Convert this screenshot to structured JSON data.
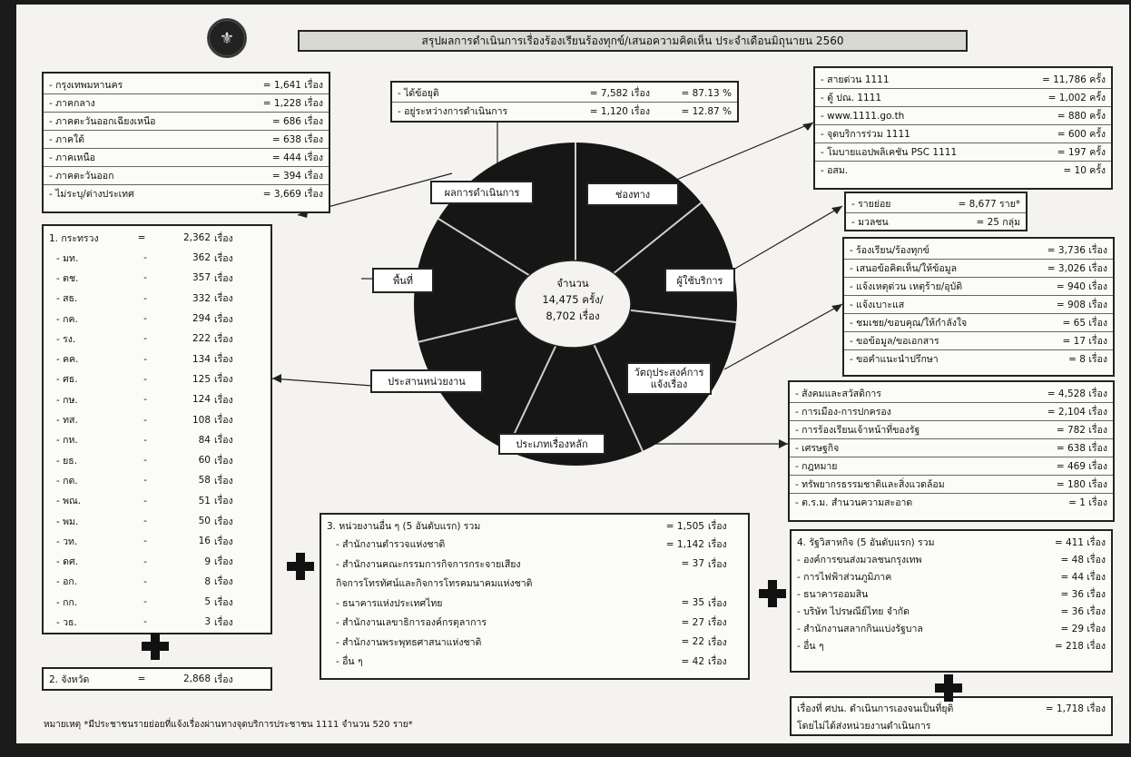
{
  "header": {
    "title": "สรุปผลการดำเนินการเรื่องร้องเรียนร้องทุกข์/เสนอความคิดเห็น ประจำเดือนมิถุนายน 2560"
  },
  "center": {
    "line1": "จำนวน",
    "line2": "14,475 ครั้ง/",
    "line3": "8,702 เรื่อง"
  },
  "segments": {
    "result": "ผลการดำเนินการ",
    "channel": "ช่องทาง",
    "service_user": "ผู้ใช้บริการ",
    "purpose": "วัตถุประสงค์การแจ้งเรื่อง",
    "category": "ประเภทเรื่องหลัก",
    "coordination": "ประสานหน่วยงาน",
    "area": "พื้นที่"
  },
  "region_box": {
    "rows": [
      {
        "label": "- กรุงเทพมหานคร",
        "value": "= 1,641 เรื่อง"
      },
      {
        "label": "- ภาคกลาง",
        "value": "= 1,228 เรื่อง"
      },
      {
        "label": "- ภาคตะวันออกเฉียงเหนือ",
        "value": "= 686 เรื่อง"
      },
      {
        "label": "- ภาคใต้",
        "value": "= 638 เรื่อง"
      },
      {
        "label": "- ภาคเหนือ",
        "value": "= 444 เรื่อง"
      },
      {
        "label": "- ภาคตะวันออก",
        "value": "= 394 เรื่อง"
      },
      {
        "label": "- ไม่ระบุ/ต่างประเทศ",
        "value": "= 3,669 เรื่อง"
      }
    ]
  },
  "result_box": {
    "rows": [
      {
        "label": "- ได้ข้อยุติ",
        "count": "= 7,582 เรื่อง",
        "pct": "= 87.13 %"
      },
      {
        "label": "- อยู่ระหว่างการดำเนินการ",
        "count": "= 1,120 เรื่อง",
        "pct": "= 12.87 %"
      }
    ]
  },
  "channel_box": {
    "rows": [
      {
        "label": "- สายด่วน 1111",
        "value": "= 11,786 ครั้ง"
      },
      {
        "label": "- ตู้ ปณ. 1111",
        "value": "= 1,002 ครั้ง"
      },
      {
        "label": "- www.1111.go.th",
        "value": "= 880 ครั้ง"
      },
      {
        "label": "- จุดบริการร่วม 1111",
        "value": "= 600 ครั้ง"
      },
      {
        "label": "- โมบายแอปพลิเคชัน PSC 1111",
        "value": "= 197 ครั้ง"
      },
      {
        "label": "- อสม.",
        "value": "= 10 ครั้ง"
      }
    ]
  },
  "user_box": {
    "rows": [
      {
        "label": "- รายย่อย",
        "value": "= 8,677 ราย*"
      },
      {
        "label": "- มวลชน",
        "value": "= 25 กลุ่ม"
      }
    ]
  },
  "purpose_box": {
    "rows": [
      {
        "label": "- ร้องเรียน/ร้องทุกข์",
        "value": "= 3,736 เรื่อง"
      },
      {
        "label": "- เสนอข้อคิดเห็น/ให้ข้อมูล",
        "value": "= 3,026 เรื่อง"
      },
      {
        "label": "- แจ้งเหตุด่วน เหตุร้าย/อุบัติ",
        "value": "= 940 เรื่อง"
      },
      {
        "label": "- แจ้งเบาะแส",
        "value": "= 908 เรื่อง"
      },
      {
        "label": "- ชมเชย/ขอบคุณ/ให้กำลังใจ",
        "value": "= 65 เรื่อง"
      },
      {
        "label": "- ขอข้อมูล/ขอเอกสาร",
        "value": "= 17 เรื่อง"
      },
      {
        "label": "- ขอคำแนะนำปรึกษา",
        "value": "= 8 เรื่อง"
      }
    ]
  },
  "category_box": {
    "rows": [
      {
        "label": "- สังคมและสวัสดิการ",
        "value": "= 4,528 เรื่อง"
      },
      {
        "label": "- การเมือง-การปกครอง",
        "value": "= 2,104 เรื่อง"
      },
      {
        "label": "- การร้องเรียนเจ้าหน้าที่ของรัฐ",
        "value": "= 782 เรื่อง"
      },
      {
        "label": "- เศรษฐกิจ",
        "value": "= 638 เรื่อง"
      },
      {
        "label": "- กฎหมาย",
        "value": "= 469 เรื่อง"
      },
      {
        "label": "- ทรัพยากรธรรมชาติและสิ่งแวดล้อม",
        "value": "= 180 เรื่อง"
      },
      {
        "label": "- ต.ร.ม. สำนวนความสะอาด",
        "value": "= 1 เรื่อง"
      }
    ]
  },
  "ministry_box": {
    "head": {
      "label": "1. กระทรวง",
      "eq": "=",
      "value": "2,362",
      "unit": "เรื่อง"
    },
    "rows": [
      {
        "label": "- มท.",
        "value": "362",
        "unit": "เรื่อง"
      },
      {
        "label": "- ตช.",
        "value": "357",
        "unit": "เรื่อง"
      },
      {
        "label": "- สธ.",
        "value": "332",
        "unit": "เรื่อง"
      },
      {
        "label": "- กค.",
        "value": "294",
        "unit": "เรื่อง"
      },
      {
        "label": "- รง.",
        "value": "222",
        "unit": "เรื่อง"
      },
      {
        "label": "- คค.",
        "value": "134",
        "unit": "เรื่อง"
      },
      {
        "label": "- ศธ.",
        "value": "125",
        "unit": "เรื่อง"
      },
      {
        "label": "- กษ.",
        "value": "124",
        "unit": "เรื่อง"
      },
      {
        "label": "- ทส.",
        "value": "108",
        "unit": "เรื่อง"
      },
      {
        "label": "- กห.",
        "value": "84",
        "unit": "เรื่อง"
      },
      {
        "label": "- ยธ.",
        "value": "60",
        "unit": "เรื่อง"
      },
      {
        "label": "- กต.",
        "value": "58",
        "unit": "เรื่อง"
      },
      {
        "label": "- พณ.",
        "value": "51",
        "unit": "เรื่อง"
      },
      {
        "label": "- พม.",
        "value": "50",
        "unit": "เรื่อง"
      },
      {
        "label": "- วท.",
        "value": "16",
        "unit": "เรื่อง"
      },
      {
        "label": "- ดศ.",
        "value": "9",
        "unit": "เรื่อง"
      },
      {
        "label": "- อก.",
        "value": "8",
        "unit": "เรื่อง"
      },
      {
        "label": "- กก.",
        "value": "5",
        "unit": "เรื่อง"
      },
      {
        "label": "- วธ.",
        "value": "3",
        "unit": "เรื่อง"
      }
    ]
  },
  "province_box": {
    "label": "2. จังหวัด",
    "eq": "=",
    "value": "2,868",
    "unit": "เรื่อง"
  },
  "agency_box": {
    "head": {
      "label": "3. หน่วยงานอื่น ๆ (5 อันดับแรก) รวม",
      "value": "= 1,505",
      "unit": "เรื่อง"
    },
    "rows": [
      {
        "label": "- สำนักงานตำรวจแห่งชาติ",
        "value": "= 1,142",
        "unit": "เรื่อง"
      },
      {
        "label": "- สำนักงานคณะกรรมการกิจการกระจายเสียง",
        "value": "= 37",
        "unit": "เรื่อง"
      },
      {
        "label": "  กิจการโทรทัศน์และกิจการโทรคมนาคมแห่งชาติ",
        "value": "",
        "unit": ""
      },
      {
        "label": "- ธนาคารแห่งประเทศไทย",
        "value": "= 35",
        "unit": "เรื่อง"
      },
      {
        "label": "- สำนักงานเลขาธิการองค์กรตุลาการ",
        "value": "= 27",
        "unit": "เรื่อง"
      },
      {
        "label": "- สำนักงานพระพุทธศาสนาแห่งชาติ",
        "value": "= 22",
        "unit": "เรื่อง"
      },
      {
        "label": "- อื่น ๆ",
        "value": "= 42",
        "unit": "เรื่อง"
      }
    ]
  },
  "soe_box": {
    "head": {
      "label": "4. รัฐวิสาหกิจ (5 อันดับแรก) รวม",
      "value": "= 411 เรื่อง"
    },
    "rows": [
      {
        "label": "- องค์การขนส่งมวลชนกรุงเทพ",
        "value": "= 48 เรื่อง"
      },
      {
        "label": "- การไฟฟ้าส่วนภูมิภาค",
        "value": "= 44 เรื่อง"
      },
      {
        "label": "- ธนาคารออมสิน",
        "value": "= 36 เรื่อง"
      },
      {
        "label": "- บริษัท ไปรษณีย์ไทย จำกัด",
        "value": "= 36 เรื่อง"
      },
      {
        "label": "- สำนักงานสลากกินแบ่งรัฐบาล",
        "value": "= 29 เรื่อง"
      },
      {
        "label": "- อื่น ๆ",
        "value": "= 218 เรื่อง"
      }
    ]
  },
  "psc_box": {
    "line1": "เรื่องที่ ศปน. ดำเนินการเองจนเป็นที่ยุติ",
    "value": "= 1,718 เรื่อง",
    "line2": "โดยไม่ได้ส่งหน่วยงานดำเนินการ"
  },
  "footnote": "หมายเหตุ *มีประชาชนรายย่อยที่แจ้งเรื่องผ่านทางจุดบริการประชาชน 1111 จำนวน 520 ราย*"
}
